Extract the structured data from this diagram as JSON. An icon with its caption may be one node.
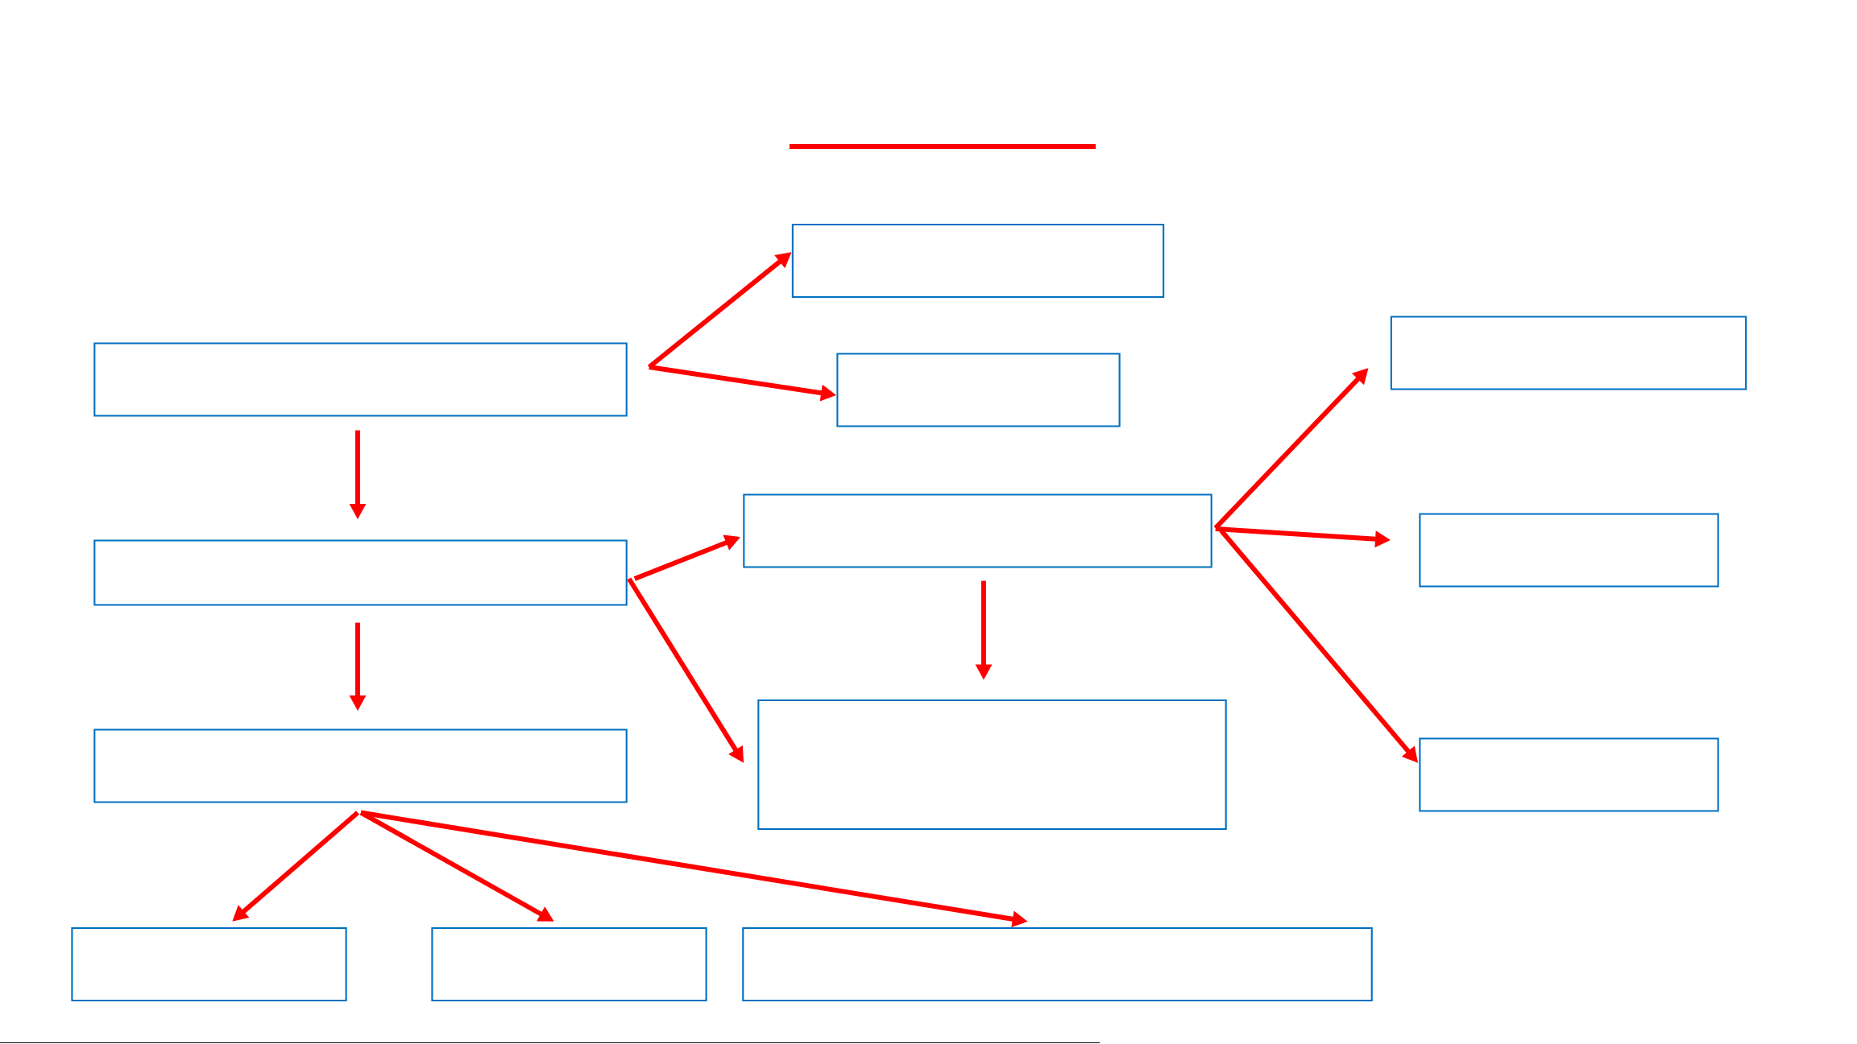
{
  "diagram": {
    "nodes": [
      {
        "text": [],
        "shape": "box"
      },
      {
        "text": [],
        "shape": "box"
      },
      {
        "text": [],
        "shape": "box"
      },
      {
        "text": [],
        "shape": "box"
      },
      {
        "text": [],
        "shape": "box"
      },
      {
        "text": [],
        "shape": "box"
      },
      {
        "text": [],
        "shape": "box"
      },
      {
        "text": [],
        "shape": "box"
      },
      {
        "text": [],
        "shape": "box"
      },
      {
        "text": [],
        "shape": "box"
      },
      {
        "text": [],
        "shape": "box"
      },
      {
        "text": [],
        "shape": "box"
      },
      {
        "text": [],
        "shape": "box"
      }
    ],
    "edges": [
      {
        "from": 0,
        "to": 1,
        "arrow": "to"
      },
      {
        "from": 1,
        "to": 2,
        "arrow": "to"
      },
      {
        "from": 0,
        "to": 3,
        "arrow": "to"
      },
      {
        "from": 0,
        "to": 4,
        "arrow": "to"
      },
      {
        "from": 1,
        "to": 5,
        "arrow": "to"
      },
      {
        "from": 1,
        "to": 6,
        "arrow": "to"
      },
      {
        "from": 5,
        "to": 6,
        "arrow": "to"
      },
      {
        "from": 5,
        "to": 7,
        "arrow": "to"
      },
      {
        "from": 5,
        "to": 8,
        "arrow": "to"
      },
      {
        "from": 5,
        "to": 9,
        "arrow": "to"
      },
      {
        "from": 2,
        "to": 10,
        "arrow": "to"
      },
      {
        "from": 2,
        "to": 11,
        "arrow": "to"
      },
      {
        "from": 2,
        "to": 12,
        "arrow": "to"
      }
    ]
  }
}
